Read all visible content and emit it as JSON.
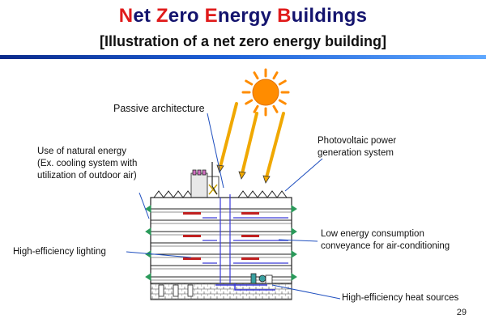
{
  "title": {
    "parts": [
      {
        "cap": "N",
        "rest": "et "
      },
      {
        "cap": "Z",
        "rest": "ero "
      },
      {
        "cap": "E",
        "rest": "nergy "
      },
      {
        "cap": "B",
        "rest": "uildings"
      }
    ]
  },
  "subtitle": "[Illustration of a net zero energy building]",
  "labels": {
    "passive": "Passive architecture",
    "natural_1": "Use of natural energy",
    "natural_2": "(Ex. cooling system with",
    "natural_3": "utilization of outdoor air)",
    "pv_1": "Photovoltaic power",
    "pv_2": "generation system",
    "lighting": "High-efficiency lighting",
    "conveyance_1": "Low energy consumption",
    "conveyance_2": "conveyance for air-conditioning",
    "heat": "High-efficiency heat sources"
  },
  "page_number": "29",
  "colors": {
    "sun": "#ff8c00",
    "sun_rays": "#f0a800",
    "leader_lines": "#1f4fbf",
    "title_text": "#14146e",
    "title_caps": "#e01b1b",
    "ducts": "#3a3ad8",
    "ducts_red": "#c02020",
    "vents": "#2a9a5a"
  }
}
